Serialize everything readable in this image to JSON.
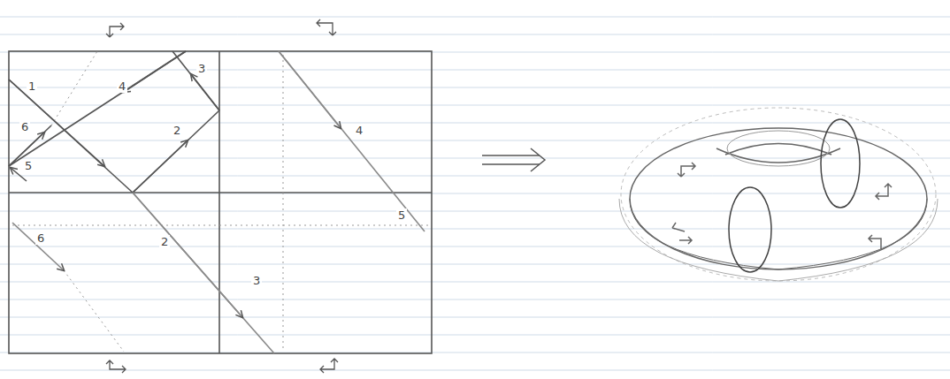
{
  "diagram": {
    "labels": [
      "1",
      "4",
      "3",
      "6",
      "2",
      "5",
      "4",
      "5",
      "6",
      "2",
      "3"
    ]
  }
}
